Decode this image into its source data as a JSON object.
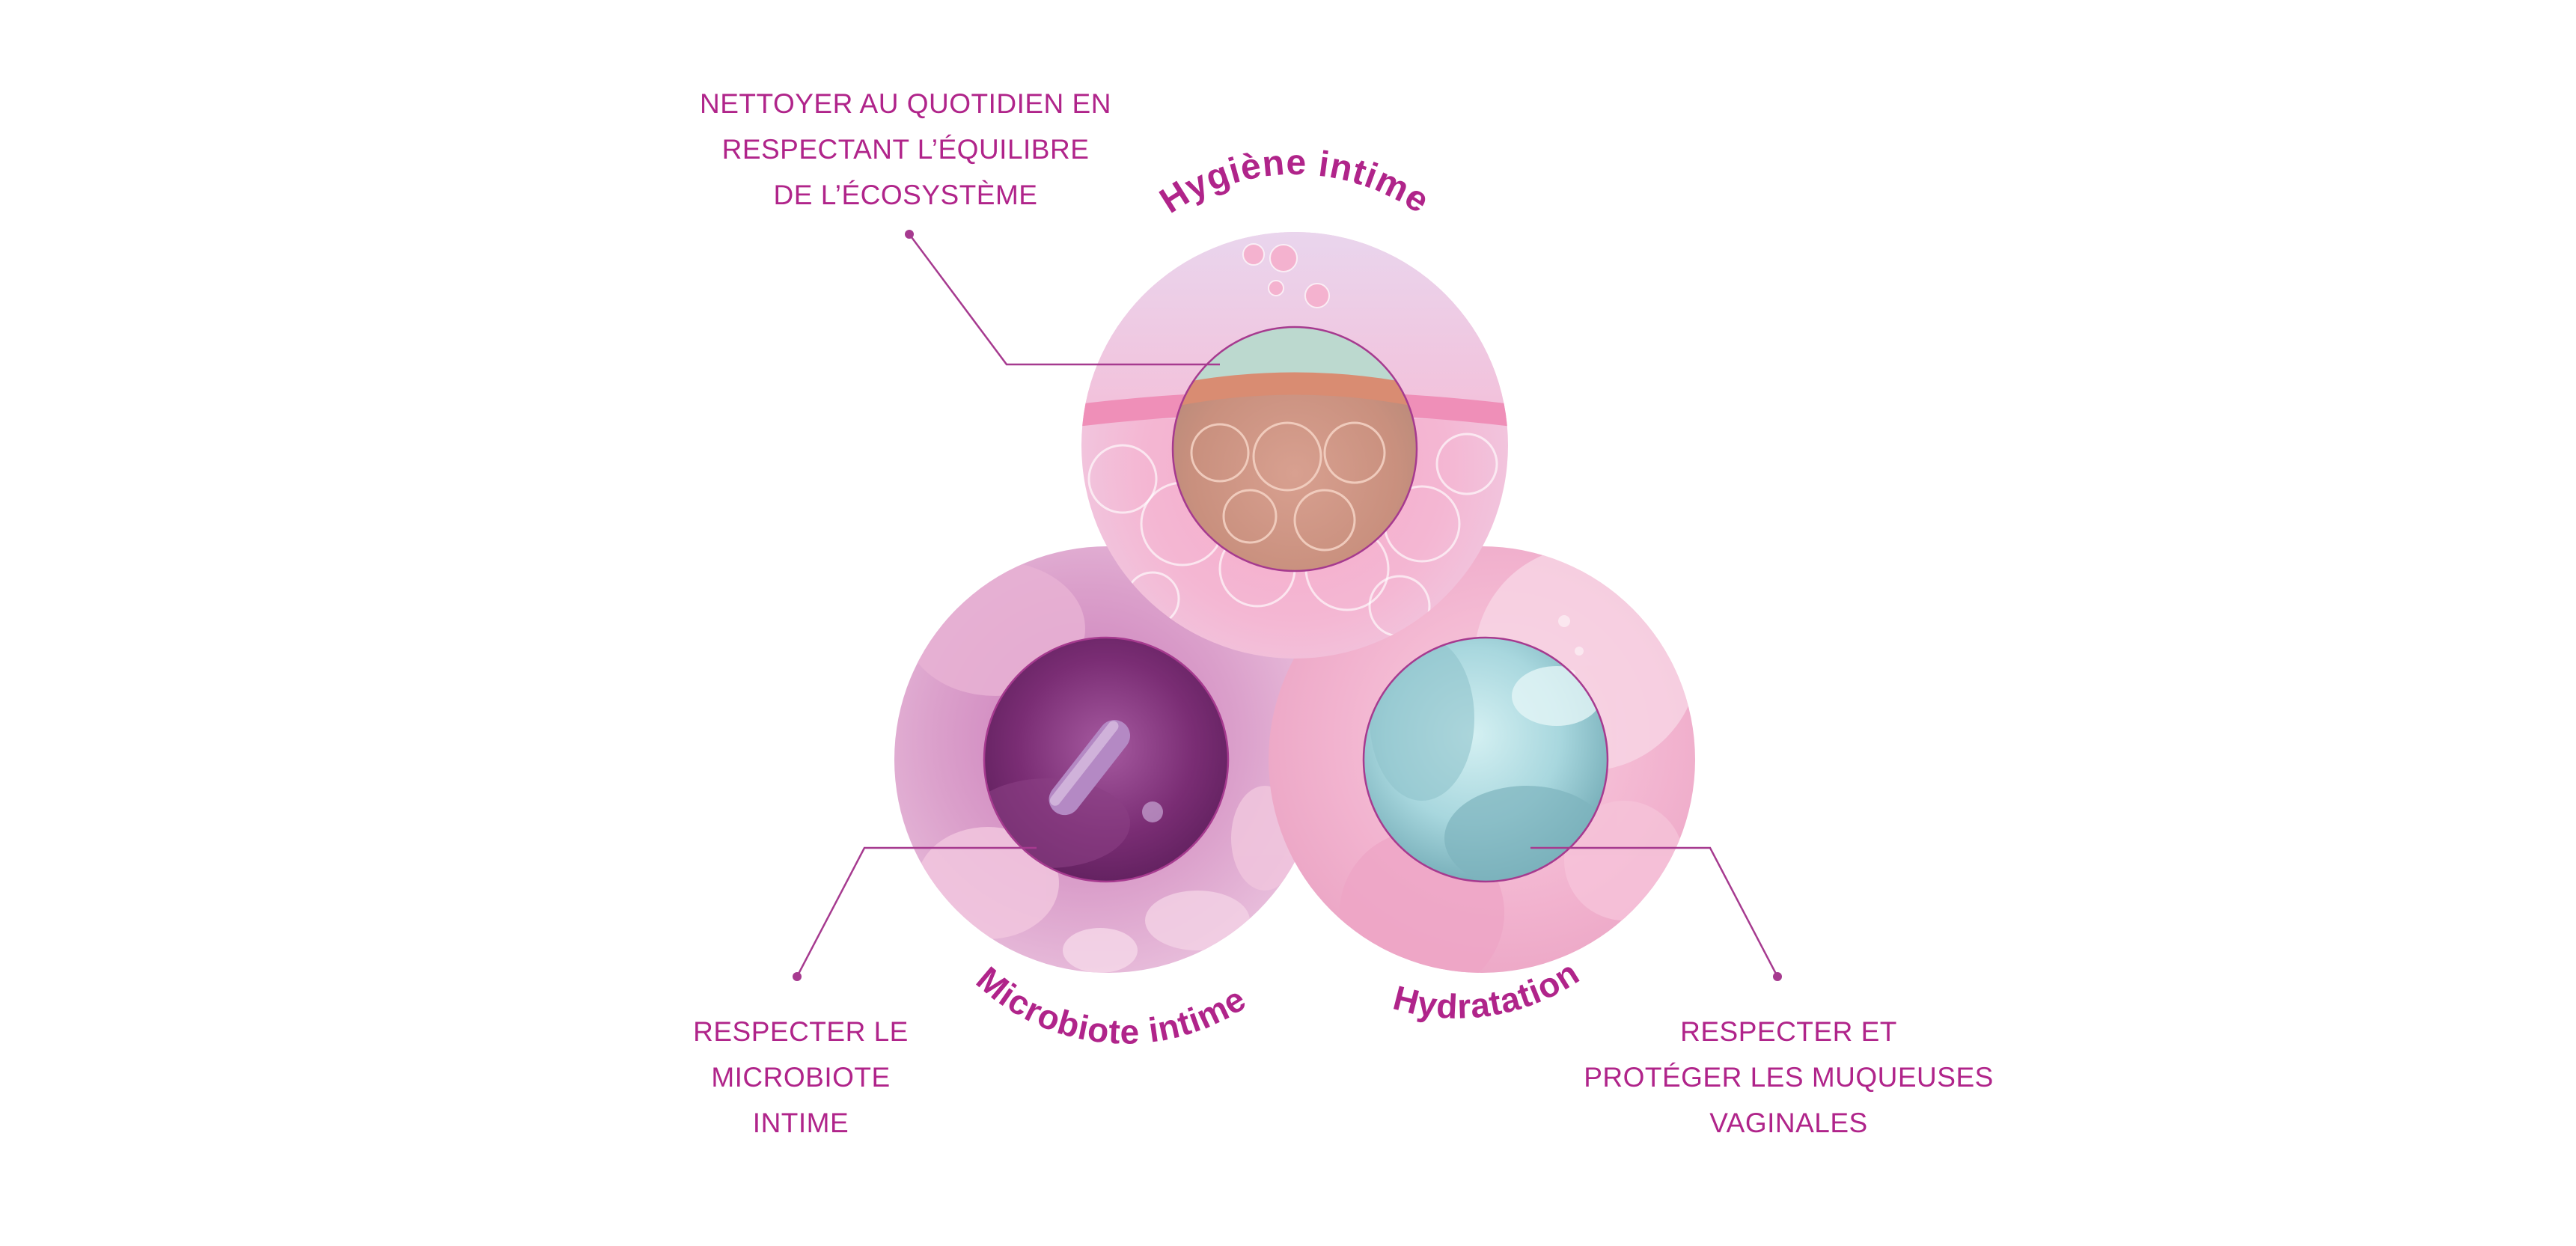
{
  "colors": {
    "accent": "#b0248a",
    "line": "#a63a8f",
    "pink_light": "#f6c6dc",
    "pink_mid": "#ec98c0",
    "purple_dark": "#6a1f66",
    "teal": "#9ad2da"
  },
  "circles": [
    {
      "id": "hygiene",
      "title": "Hygiène intime",
      "image": "pink-bubbles-membrane"
    },
    {
      "id": "microbiote",
      "title": "Microbiote intime",
      "image": "purple-bacteria"
    },
    {
      "id": "hydratation",
      "title": "Hydratation",
      "image": "teal-gel-droplets"
    }
  ],
  "captions": {
    "top": [
      "NETTOYER AU QUOTIDIEN EN",
      "RESPECTANT L’ÉQUILIBRE",
      "DE L’ÉCOSYSTÈME"
    ],
    "left": [
      "RESPECTER LE",
      "MICROBIOTE",
      "INTIME"
    ],
    "right": [
      "RESPECTER ET",
      "PROTÉGER LES MUQUEUSES",
      "VAGINALES"
    ]
  }
}
